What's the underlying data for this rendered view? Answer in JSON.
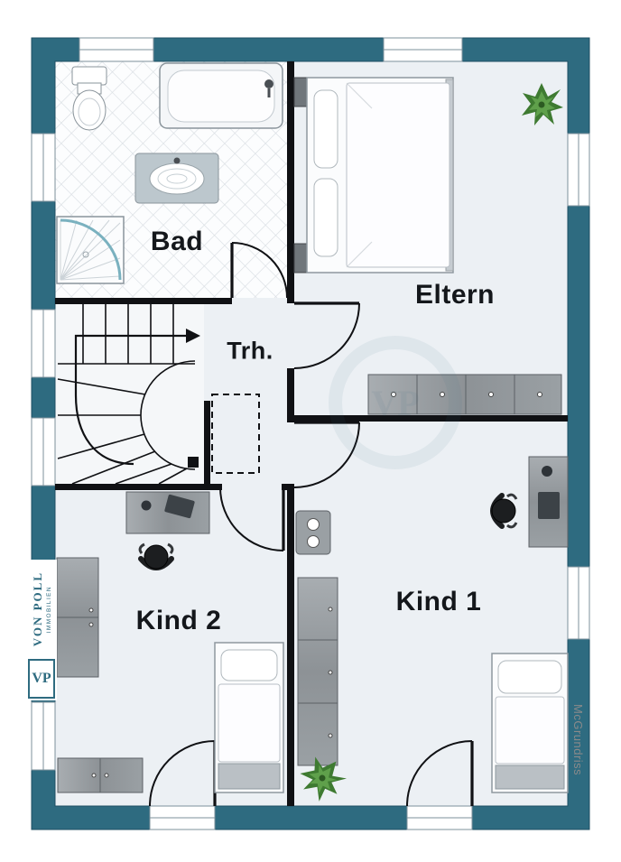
{
  "colors": {
    "wall": "#2e6b80",
    "floor": "#ecf0f4",
    "credit_gray": "#8a8a8a",
    "furniture_wood": "#929ña",
    "plant_green": "#3e7a31",
    "line_black": "#101114",
    "glass_teal": "#7ab1bf"
  },
  "rooms": {
    "bad": {
      "label": "Bad"
    },
    "eltern": {
      "label": "Eltern"
    },
    "trh": {
      "label": "Trh."
    },
    "kind1": {
      "label": "Kind 1"
    },
    "kind2": {
      "label": "Kind 2"
    }
  },
  "branding": {
    "monogram": "VP",
    "name": "VON POLL",
    "subtitle": "IMMOBILIEN",
    "credit": "McGrundriss"
  }
}
